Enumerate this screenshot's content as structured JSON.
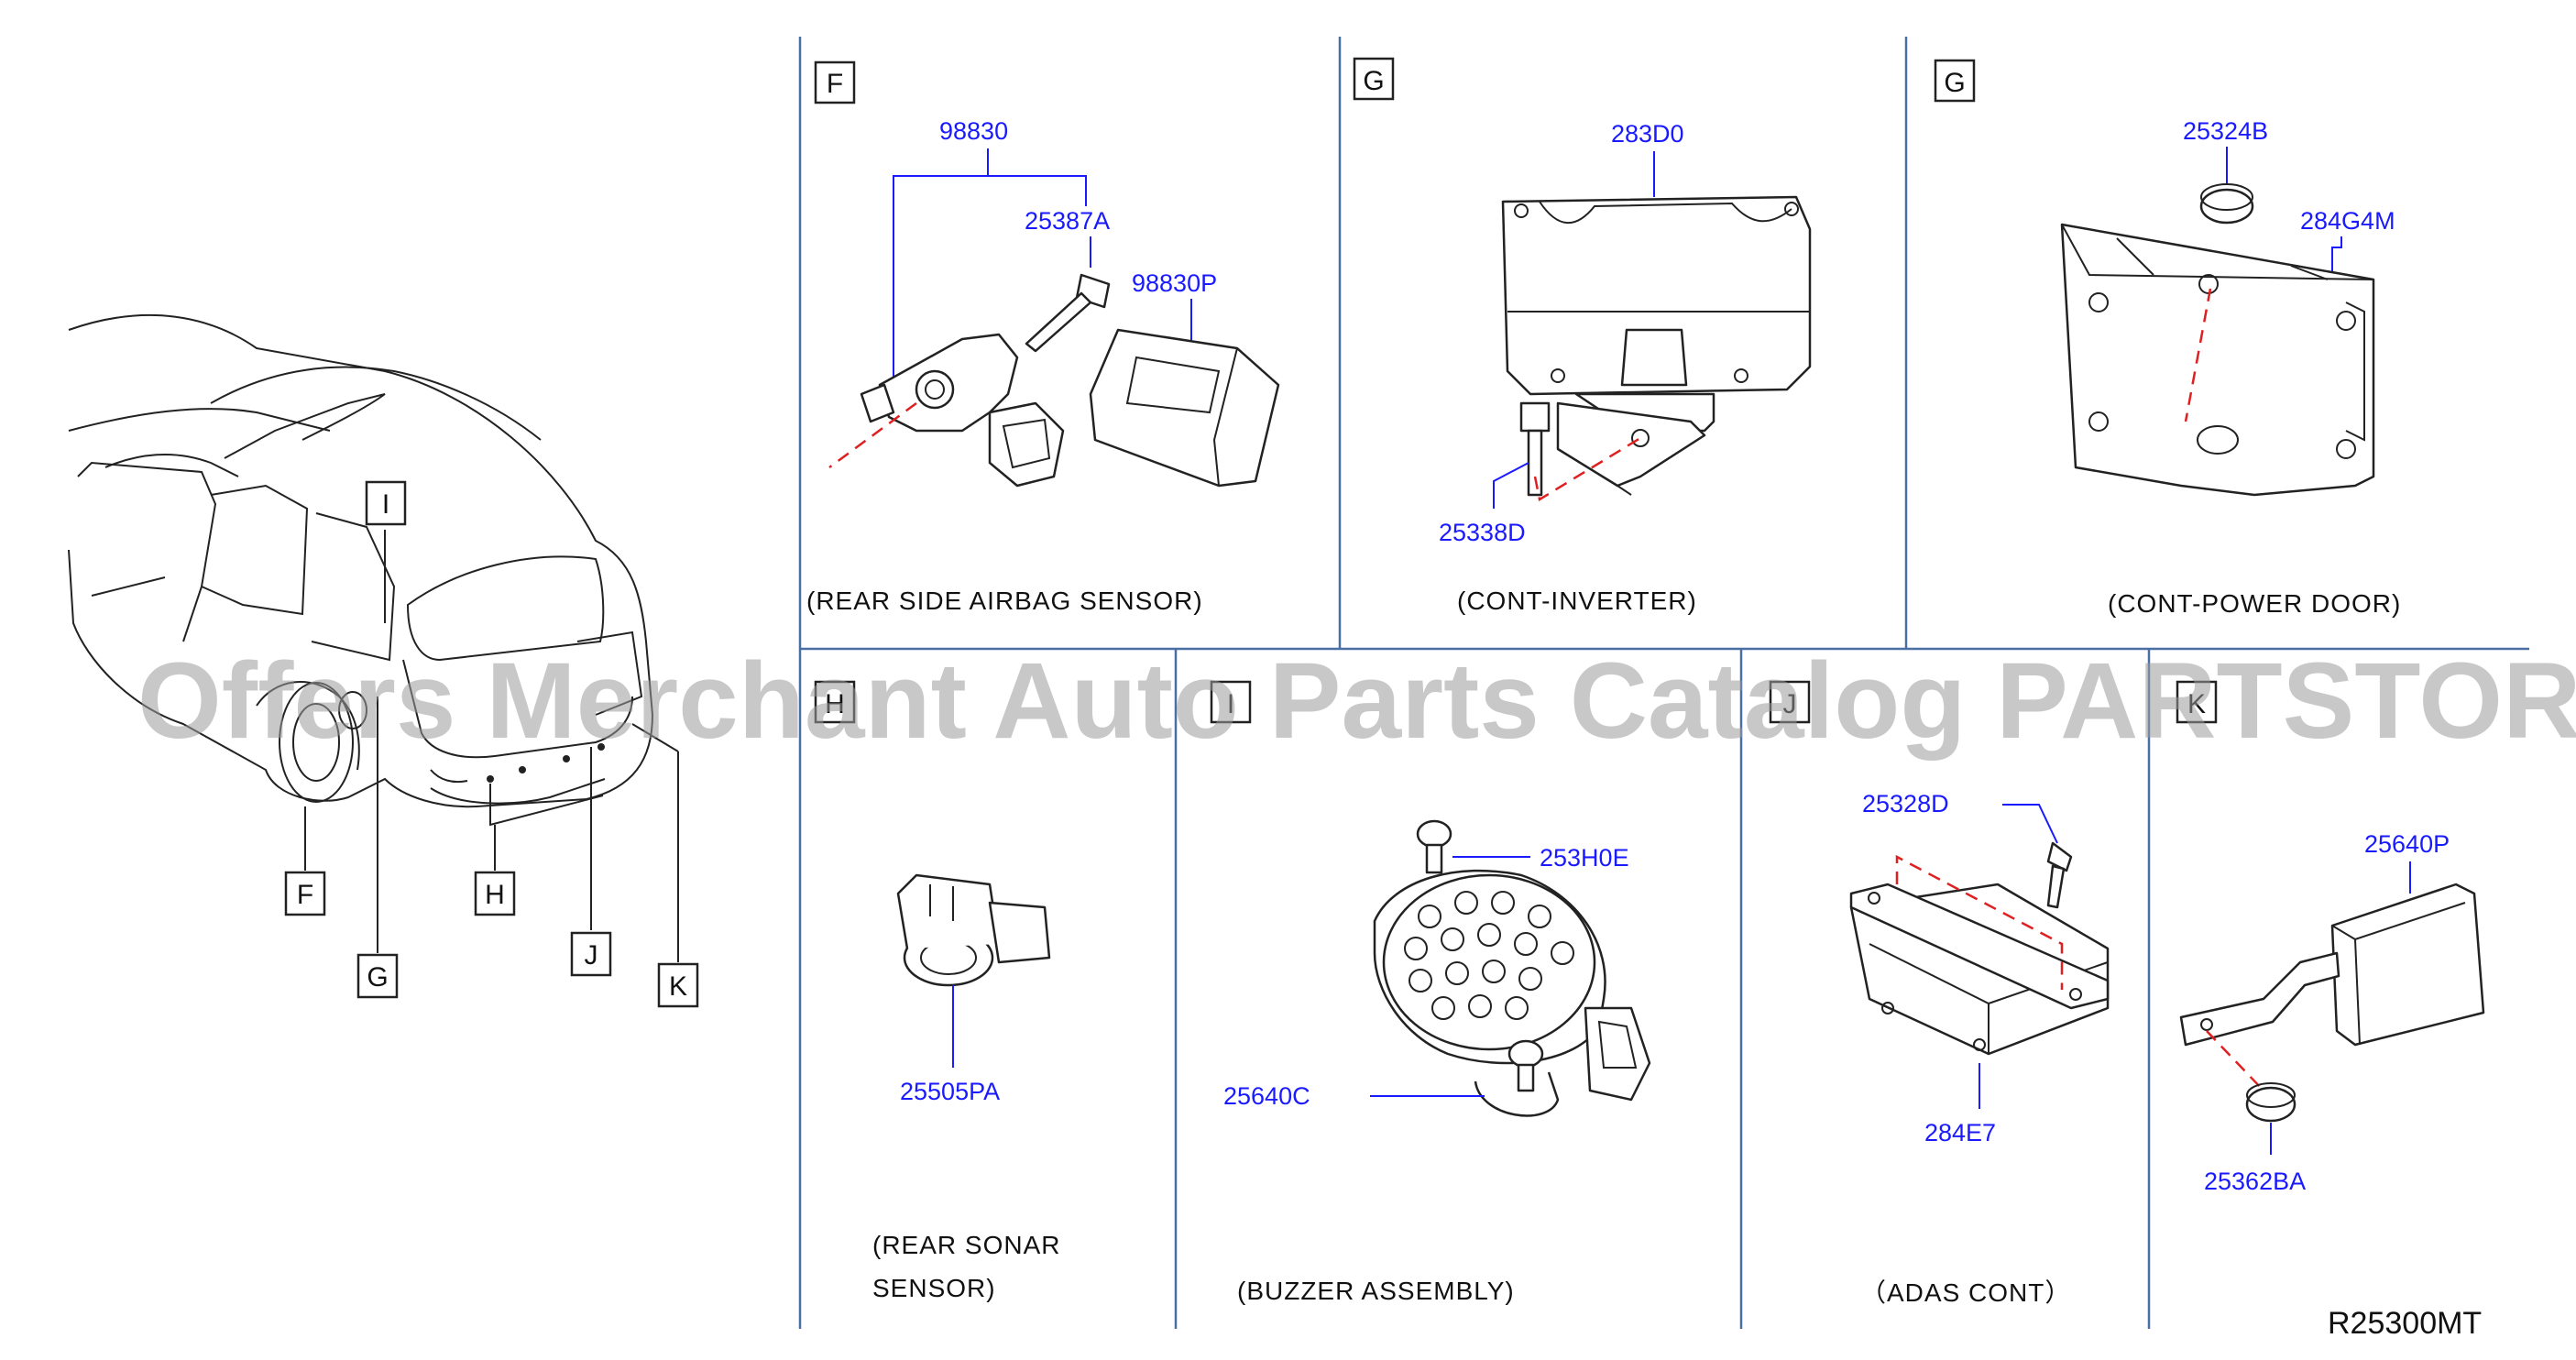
{
  "panels": {
    "F_top": {
      "tag": "F",
      "parts": [
        "98830",
        "25387A",
        "98830P"
      ],
      "caption": "(REAR   SIDE   AIRBAG   SENSOR)"
    },
    "G1": {
      "tag": "G",
      "parts": [
        "283D0",
        "25338D"
      ],
      "caption": "(CONT-INVERTER)"
    },
    "G2": {
      "tag": "G",
      "parts": [
        "25324B",
        "284G4M"
      ],
      "caption": "(CONT-POWER   DOOR)"
    },
    "H": {
      "tag": "H",
      "parts": [
        "25505PA"
      ],
      "caption_line1": "(REAR   SONAR",
      "caption_line2": "SENSOR)"
    },
    "I": {
      "tag": "I",
      "parts": [
        "253H0E",
        "25640C"
      ],
      "caption": "(BUZZER   ASSEMBLY)"
    },
    "J": {
      "tag": "J",
      "parts": [
        "25328D",
        "284E7"
      ],
      "caption": "（ADAS   CONT）"
    },
    "K": {
      "tag": "K",
      "parts": [
        "25640P",
        "25362BA"
      ]
    }
  },
  "car_labels": [
    "I",
    "F",
    "G",
    "H",
    "J",
    "K"
  ],
  "reference": "R25300MT",
  "watermark": "Offers Merchant Auto Parts Catalog PARTSTORE.SA",
  "colors": {
    "part_number": "#1a1aff",
    "divider": "#4a6fa5",
    "dashed_guide": "#e02020"
  }
}
